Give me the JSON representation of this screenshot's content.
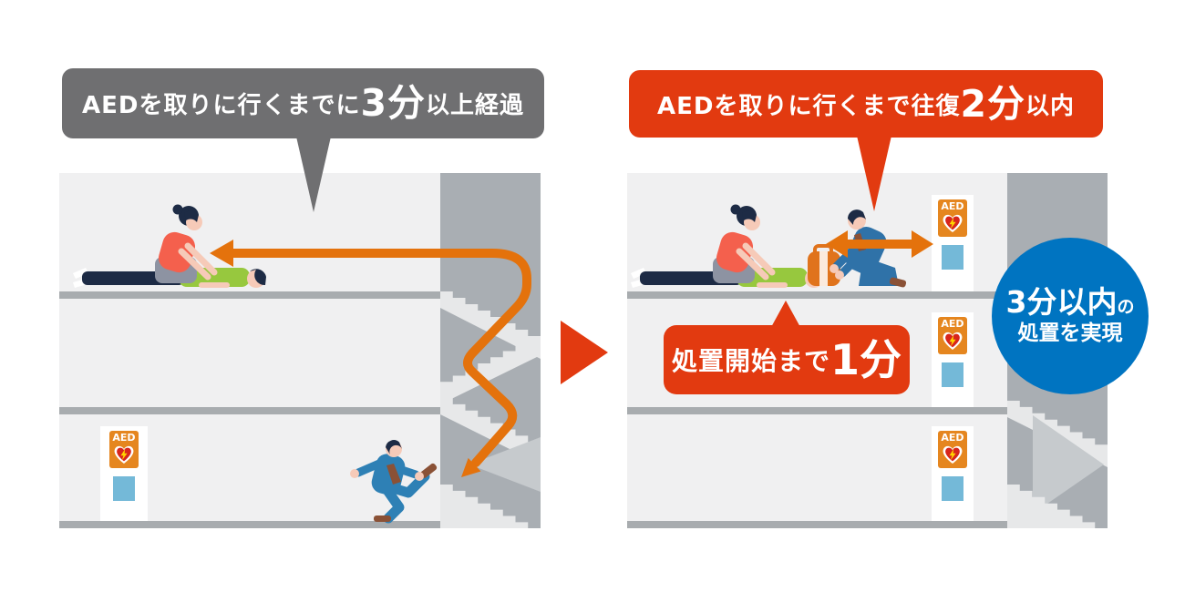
{
  "left_panel": {
    "caption": {
      "prefix": "AEDを取りに行くまでに",
      "highlight": "3分",
      "suffix": "以上経過"
    }
  },
  "right_panel": {
    "caption": {
      "prefix": "AEDを取りに行くまで往復",
      "highlight": "2分",
      "suffix": "以内"
    },
    "treatment": {
      "prefix": "処置開始まで",
      "highlight": "1分"
    },
    "result": {
      "line1": "3分以内",
      "line1_small": "の",
      "line2": "処置を実現"
    }
  },
  "aed": {
    "label": "AED"
  },
  "colors": {
    "bubble-gray": "#6f6f71",
    "accent-red": "#e23a10",
    "arrow-orange": "#e4720c",
    "sign-orange": "#e5861f",
    "result-blue": "#0074c1",
    "room-gray": "#f0f0f1",
    "band-gray": "#a8acaf",
    "shaft-gray": "#a9aeb3",
    "stair-light": "#e7e8e9",
    "stair-mid": "#c6cacd",
    "window-blue": "#74b9d8"
  }
}
